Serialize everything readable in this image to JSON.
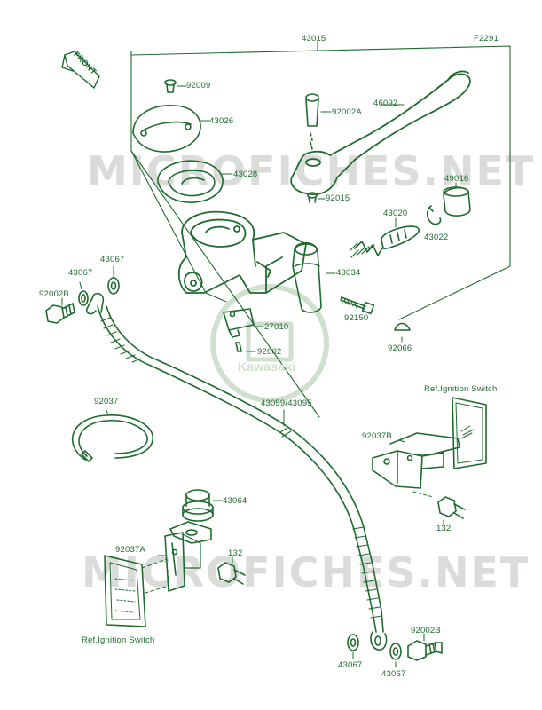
{
  "watermark": {
    "text": "MICROFICHES.NET",
    "logo_text": "Kawasaki"
  },
  "diagram": {
    "ref_code": "F2291",
    "front_label": "FRONT",
    "color": "#1e6b2e"
  },
  "labels": {
    "l43015": "43015",
    "l92009": "92009",
    "l43026": "43026",
    "l43028": "43028",
    "l92002A": "92002A",
    "l46092": "46092",
    "l92015": "92015",
    "l49016": "49016",
    "l43020": "43020",
    "l43022": "43022",
    "l43034": "43034",
    "l43067a": "43067",
    "l43067b": "43067",
    "l92002Ba": "92002B",
    "l27010": "27010",
    "l92002": "92002",
    "l92150": "92150",
    "l92066": "92066",
    "l92037": "92037",
    "l43059": "43059/43095",
    "lRefIgn1": "Ref.Ignition Switch",
    "l92037Ba": "92037B",
    "l132a": "132",
    "l43064": "43064",
    "l92037A": "92037A",
    "l132b": "132",
    "lRefIgn2": "Ref.Ignition Switch",
    "l43067c": "43067",
    "l43067d": "43067",
    "l92002Bb": "92002B"
  }
}
